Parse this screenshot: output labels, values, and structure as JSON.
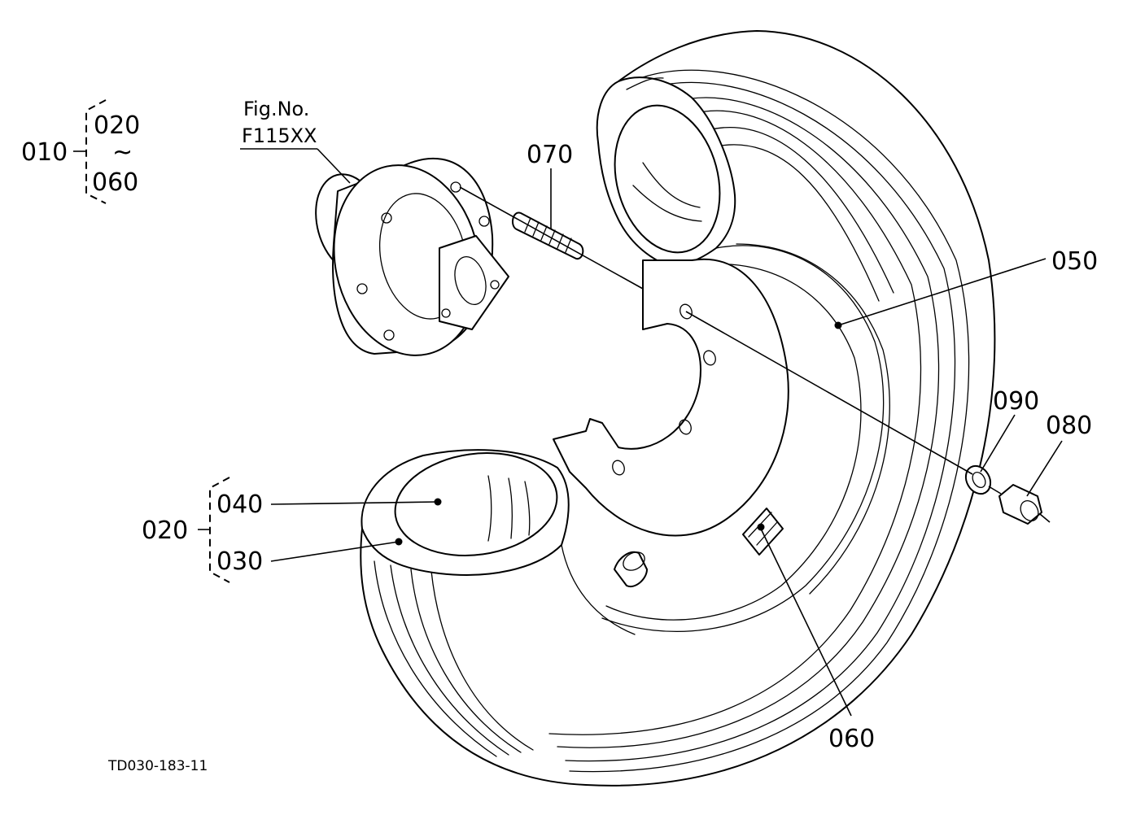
{
  "figure_ref": {
    "line1": "Fig.No.",
    "line2": "F115XX"
  },
  "assembly_010": {
    "parent": "010",
    "from": "020",
    "range_mark": "~",
    "to": "060"
  },
  "assembly_020": {
    "parent": "020",
    "upper": "040",
    "lower": "030"
  },
  "callouts": {
    "c050": "050",
    "c060": "060",
    "c070": "070",
    "c080": "080",
    "c090": "090"
  },
  "drawing_code": "TD030-183-11"
}
